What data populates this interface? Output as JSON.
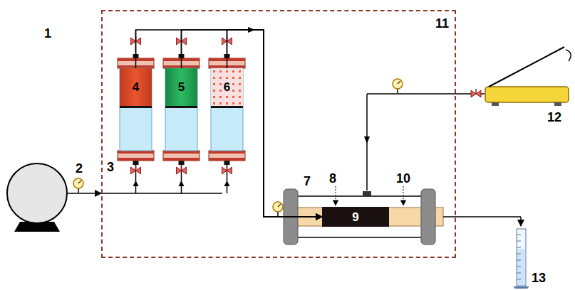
{
  "diagram": {
    "nodes": [
      {
        "text": [
          "11"
        ]
      },
      {
        "text": [
          "4"
        ],
        "in": 0
      },
      {
        "text": [
          "5"
        ],
        "in": 0
      },
      {
        "text": [
          "6"
        ],
        "in": 0
      },
      {
        "text": [
          "9"
        ],
        "in": 0
      }
    ],
    "edges": [
      {
        "from": 1,
        "to": 4,
        "arrow": "to"
      },
      {
        "from": 2,
        "to": 4,
        "arrow": "to"
      },
      {
        "from": 3,
        "to": 4,
        "arrow": "to"
      }
    ],
    "labels": [
      "1",
      "2",
      "3",
      "7",
      "8",
      "10",
      "12",
      "13"
    ]
  }
}
